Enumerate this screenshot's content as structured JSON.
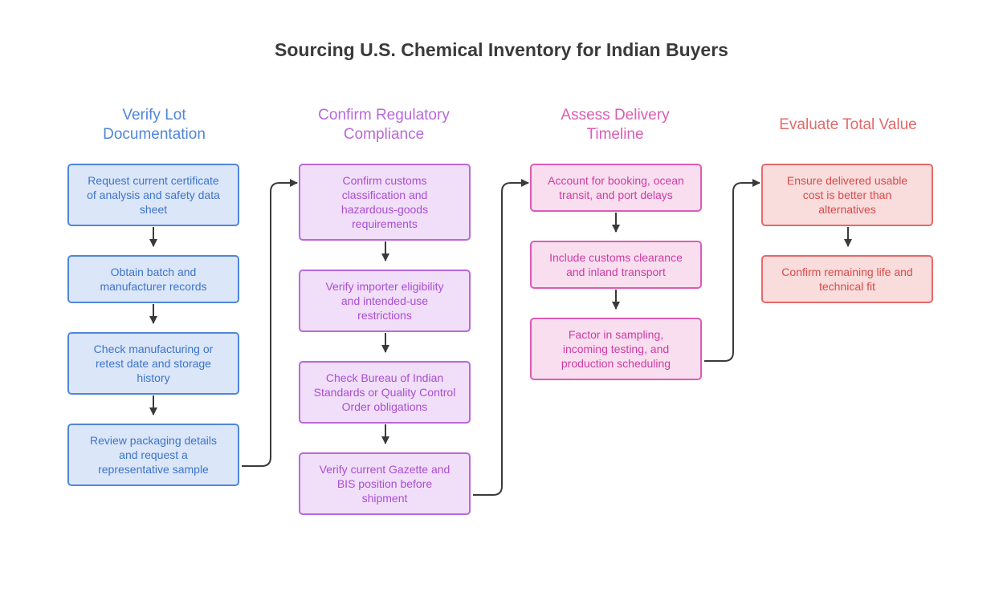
{
  "title": "Sourcing U.S. Chemical Inventory for Indian Buyers",
  "columns": [
    {
      "heading": [
        "Verify Lot",
        "Documentation"
      ],
      "steps": [
        [
          "Request current certificate",
          "of analysis and safety data",
          "sheet"
        ],
        [
          "Obtain batch and",
          "manufacturer records"
        ],
        [
          "Check manufacturing or",
          "retest date and storage",
          "history"
        ],
        [
          "Review packaging details",
          "and request a",
          "representative sample"
        ]
      ]
    },
    {
      "heading": [
        "Confirm Regulatory",
        "Compliance"
      ],
      "steps": [
        [
          "Confirm customs",
          "classification and",
          "hazardous-goods",
          "requirements"
        ],
        [
          "Verify importer eligibility",
          "and intended-use",
          "restrictions"
        ],
        [
          "Check Bureau of Indian",
          "Standards or Quality Control",
          "Order obligations"
        ],
        [
          "Verify current Gazette and",
          "BIS position before",
          "shipment"
        ]
      ]
    },
    {
      "heading": [
        "Assess Delivery",
        "Timeline"
      ],
      "steps": [
        [
          "Account for booking, ocean",
          "transit, and port delays"
        ],
        [
          "Include customs clearance",
          "and inland transport"
        ],
        [
          "Factor in sampling,",
          "incoming testing, and",
          "production scheduling"
        ]
      ]
    },
    {
      "heading": [
        "Evaluate Total Value"
      ],
      "steps": [
        [
          "Ensure delivered usable",
          "cost is better than",
          "alternatives"
        ],
        [
          "Confirm remaining life and",
          "technical fit"
        ]
      ]
    }
  ],
  "colors": {
    "blue": "#4f86d9",
    "purple": "#b968db",
    "pink": "#db5cb3",
    "red": "#e36a6a",
    "connector": "#3a3a3a"
  }
}
